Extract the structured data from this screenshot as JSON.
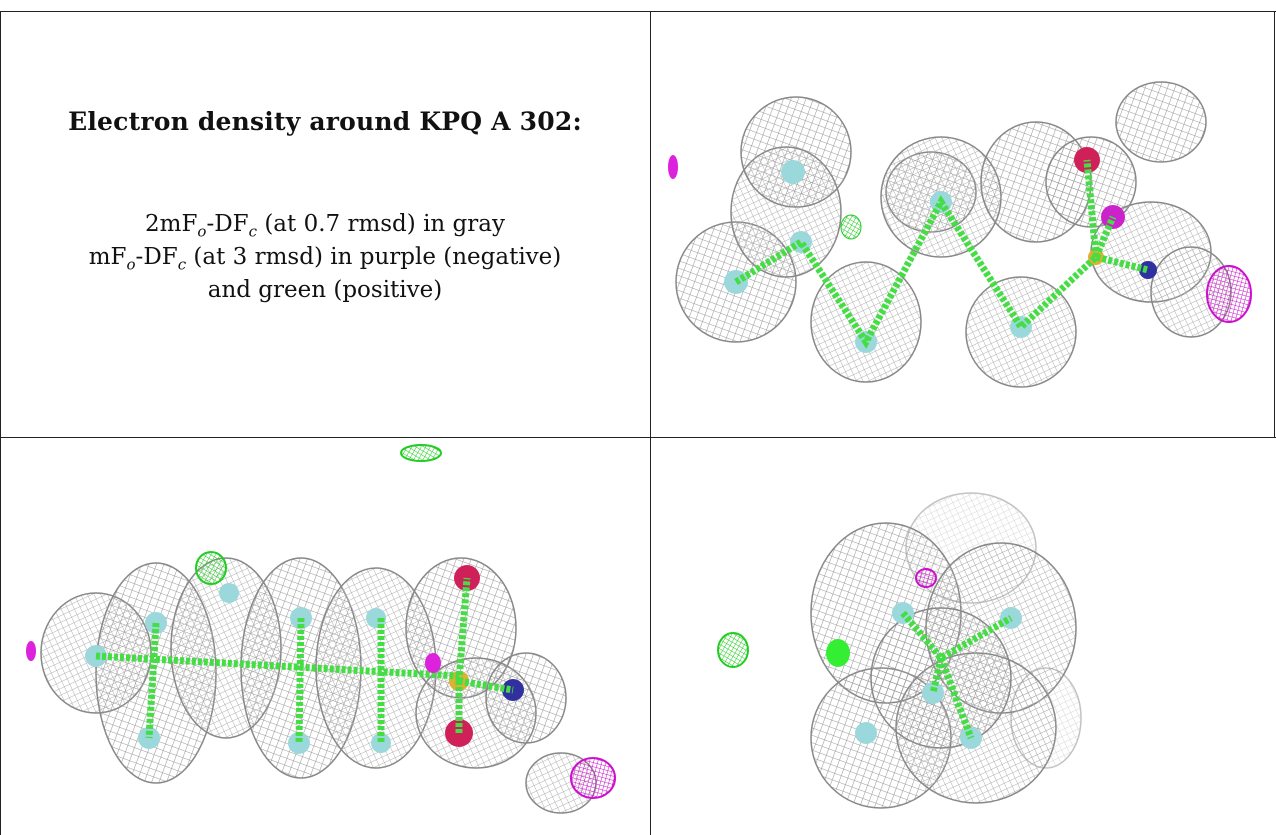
{
  "caption": {
    "title": "Electron density around KPQ A 302:",
    "line1": {
      "pre": "2mF",
      "s1": "o",
      "mid": "-DF",
      "s2": "c",
      "post": " (at 0.7 rmsd) in gray"
    },
    "line2": {
      "pre": "mF",
      "s1": "o",
      "mid": "-DF",
      "s2": "c",
      "post": " (at 3 rmsd) in purple (negative)"
    },
    "line3": "and green (positive)"
  },
  "map_colors": {
    "mesh_2fofc": "#a9a9a9",
    "positive_diff": "#33ee33",
    "negative_diff": "#dd22dd",
    "carbon": "#9ad8dc",
    "oxygen": "#d0205a",
    "sulfur": "#e0b030",
    "nitrogen": "#3030a0",
    "bond": "#44dd44"
  },
  "panels": {
    "view1": "view-top-right",
    "view2": "view-bottom-left",
    "view3": "view-bottom-right"
  }
}
